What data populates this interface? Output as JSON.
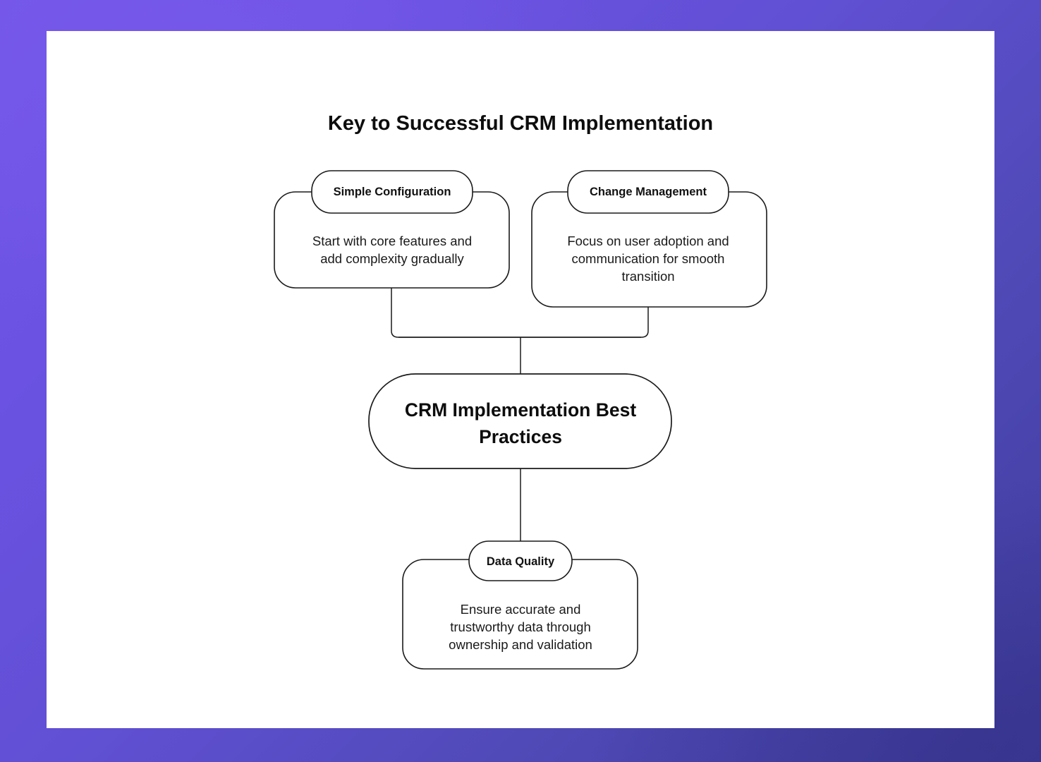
{
  "theme": {
    "background_gradient_from": "#7257E8",
    "background_gradient_to": "#3F3C9C",
    "card_background": "#FFFFFF",
    "stroke_color": "#1A1A1A",
    "text_color": "#0D0D0D"
  },
  "diagram": {
    "title": "Key to Successful CRM Implementation",
    "type": "hierarchy-flowchart",
    "center": {
      "label": "CRM Implementation Best Practices"
    },
    "nodes": [
      {
        "id": "simple-configuration",
        "label": "Simple Configuration",
        "description_lines": [
          "Start with core features and",
          "add complexity gradually"
        ],
        "position": "top-left"
      },
      {
        "id": "change-management",
        "label": "Change Management",
        "description_lines": [
          "Focus on user adoption and",
          "communication for smooth",
          "transition"
        ],
        "position": "top-right"
      },
      {
        "id": "data-quality",
        "label": "Data Quality",
        "description_lines": [
          "Ensure accurate and",
          "trustworthy data through",
          "ownership and validation"
        ],
        "position": "bottom-center"
      }
    ],
    "connections": [
      {
        "from": "simple-configuration",
        "to": "center"
      },
      {
        "from": "change-management",
        "to": "center"
      },
      {
        "from": "center",
        "to": "data-quality"
      }
    ]
  }
}
